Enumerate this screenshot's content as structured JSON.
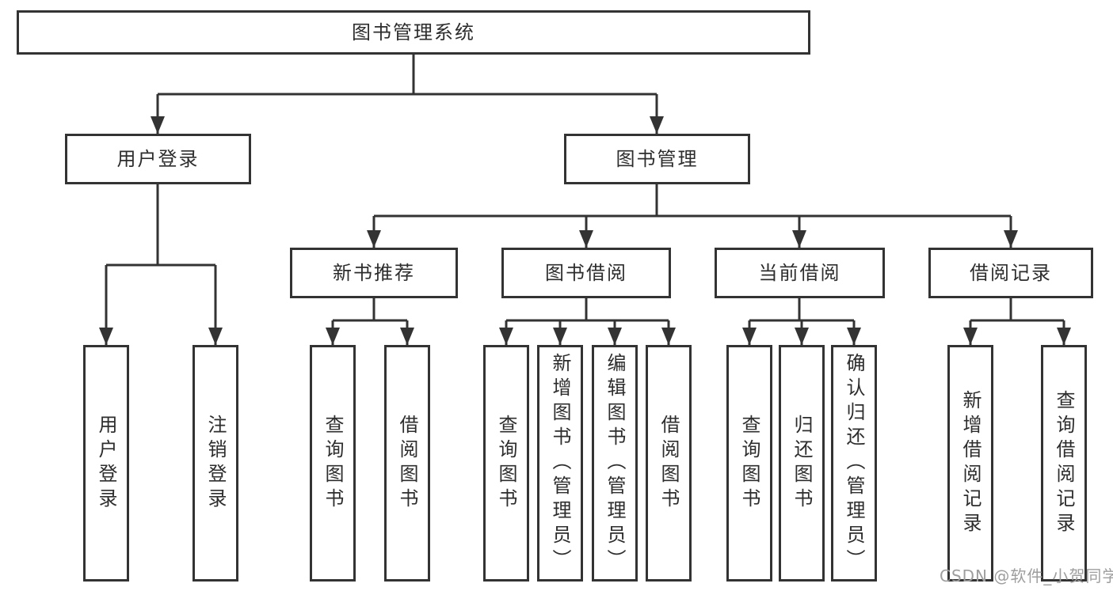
{
  "diagram": {
    "root": "图书管理系统",
    "level2": [
      {
        "label": "用户登录",
        "children": [
          "用户登录",
          "注销登录"
        ]
      },
      {
        "label": "图书管理"
      }
    ],
    "level3": [
      {
        "label": "新书推荐",
        "children": [
          "查询图书",
          "借阅图书"
        ]
      },
      {
        "label": "图书借阅",
        "children": [
          "查询图书",
          "新增图书（管理员）",
          "编辑图书（管理员）",
          "借阅图书"
        ]
      },
      {
        "label": "当前借阅",
        "children": [
          "查询图书",
          "归还图书",
          "确认归还（管理员）"
        ]
      },
      {
        "label": "借阅记录",
        "children": [
          "新增借阅记录",
          "查询借阅记录"
        ]
      }
    ]
  },
  "watermark": "CSDN @软件_小贺同学",
  "colors": {
    "line": "#333333",
    "border": "#333333",
    "text": "#2d2d2d",
    "watermark": "#9e9e9e",
    "background": "#ffffff"
  }
}
